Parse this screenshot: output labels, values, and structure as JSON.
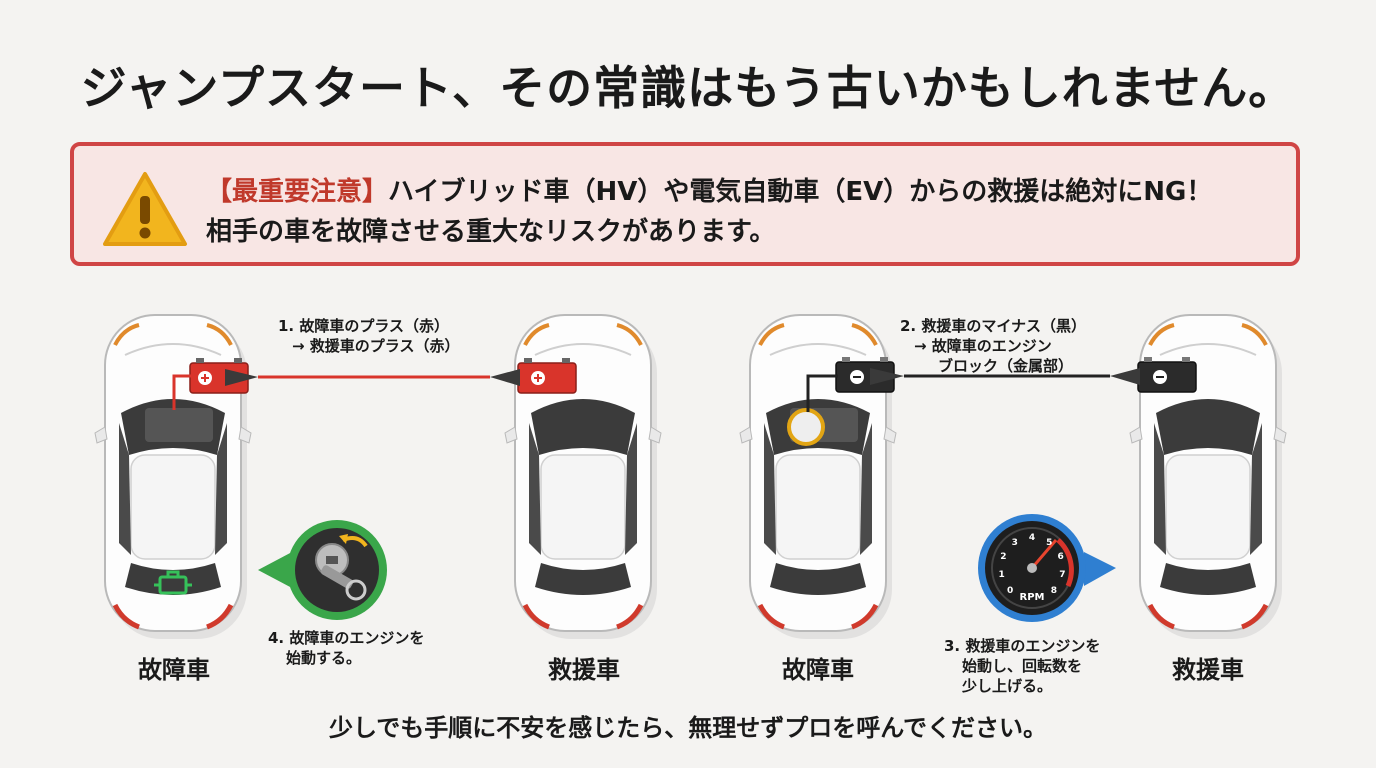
{
  "title": "ジャンプスタート、その常識はもう古いかもしれません。",
  "warning": {
    "tag": "【最重要注意】",
    "line1": "ハイブリッド車（HV）や電気自動車（EV）からの救援は絶対にNG！",
    "line2": "相手の車を故障させる重大なリスクがあります。"
  },
  "cars": {
    "broken": "故障車",
    "rescue": "救援車"
  },
  "steps": {
    "step1_line1": "1. 故障車のプラス（赤）",
    "step1_line2": "→ 救援車のプラス（赤）",
    "step2_line1": "2. 救援車のマイナス（黒）",
    "step2_line2": "→ 故障車のエンジン",
    "step2_line3": "ブロック（金属部）",
    "step3_line1": "3. 救援車のエンジンを",
    "step3_line2": "始動し、回転数を",
    "step3_line3": "少し上げる。",
    "step4_line1": "4. 故障車のエンジンを",
    "step4_line2": "始動する。"
  },
  "tachometer": {
    "unit": "RPM",
    "ticks": [
      "0",
      "1",
      "2",
      "3",
      "4",
      "5",
      "6",
      "7",
      "8"
    ]
  },
  "icons": [
    "warning-icon",
    "plus-icon",
    "minus-icon",
    "engine-warning-icon",
    "ignition-key-icon",
    "tachometer-icon"
  ],
  "colors": {
    "warning_border": "#d04545",
    "warning_bg": "#f8e6e4",
    "positive_cable": "#d9342b",
    "negative_cable": "#222222",
    "key_badge": "#3aa64a",
    "tach_badge": "#2f7fd1"
  },
  "footer": "少しでも手順に不安を感じたら、無理せずプロを呼んでください。"
}
